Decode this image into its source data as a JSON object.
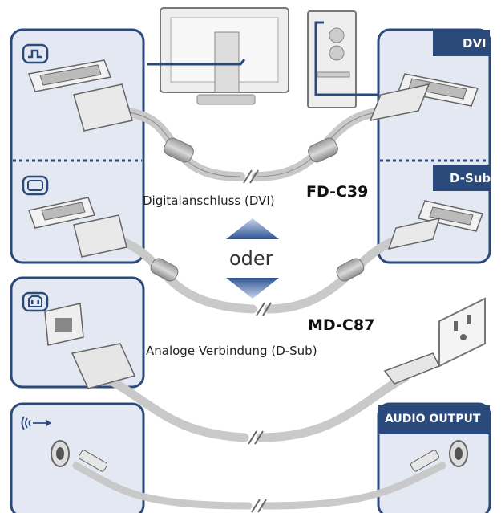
{
  "labels": {
    "dvi_port": "DVI",
    "dsub_port": "D-Sub",
    "audio_output_port": "AUDIO OUTPUT",
    "digital_connection": "Digitalanschluss (DVI)",
    "or": "oder",
    "analog_connection": "Analoge Verbindung (D-Sub)",
    "dvi_cable_model": "FD-C39",
    "dsub_cable_model": "MD-C87"
  },
  "icons": {
    "monitor_dvi_input": "digital-input-icon",
    "monitor_dsub_input": "analog-input-icon",
    "monitor_power_input": "power-input-icon",
    "monitor_audio_input": "audio-input-icon"
  },
  "colors": {
    "panel_border": "#2b4a7c",
    "panel_fill": "#e4e8f2",
    "panel_title_bar": "#2b4a7c",
    "arrow_blue": "#3a5e9a",
    "cable_gray": "#c9c9c9"
  }
}
